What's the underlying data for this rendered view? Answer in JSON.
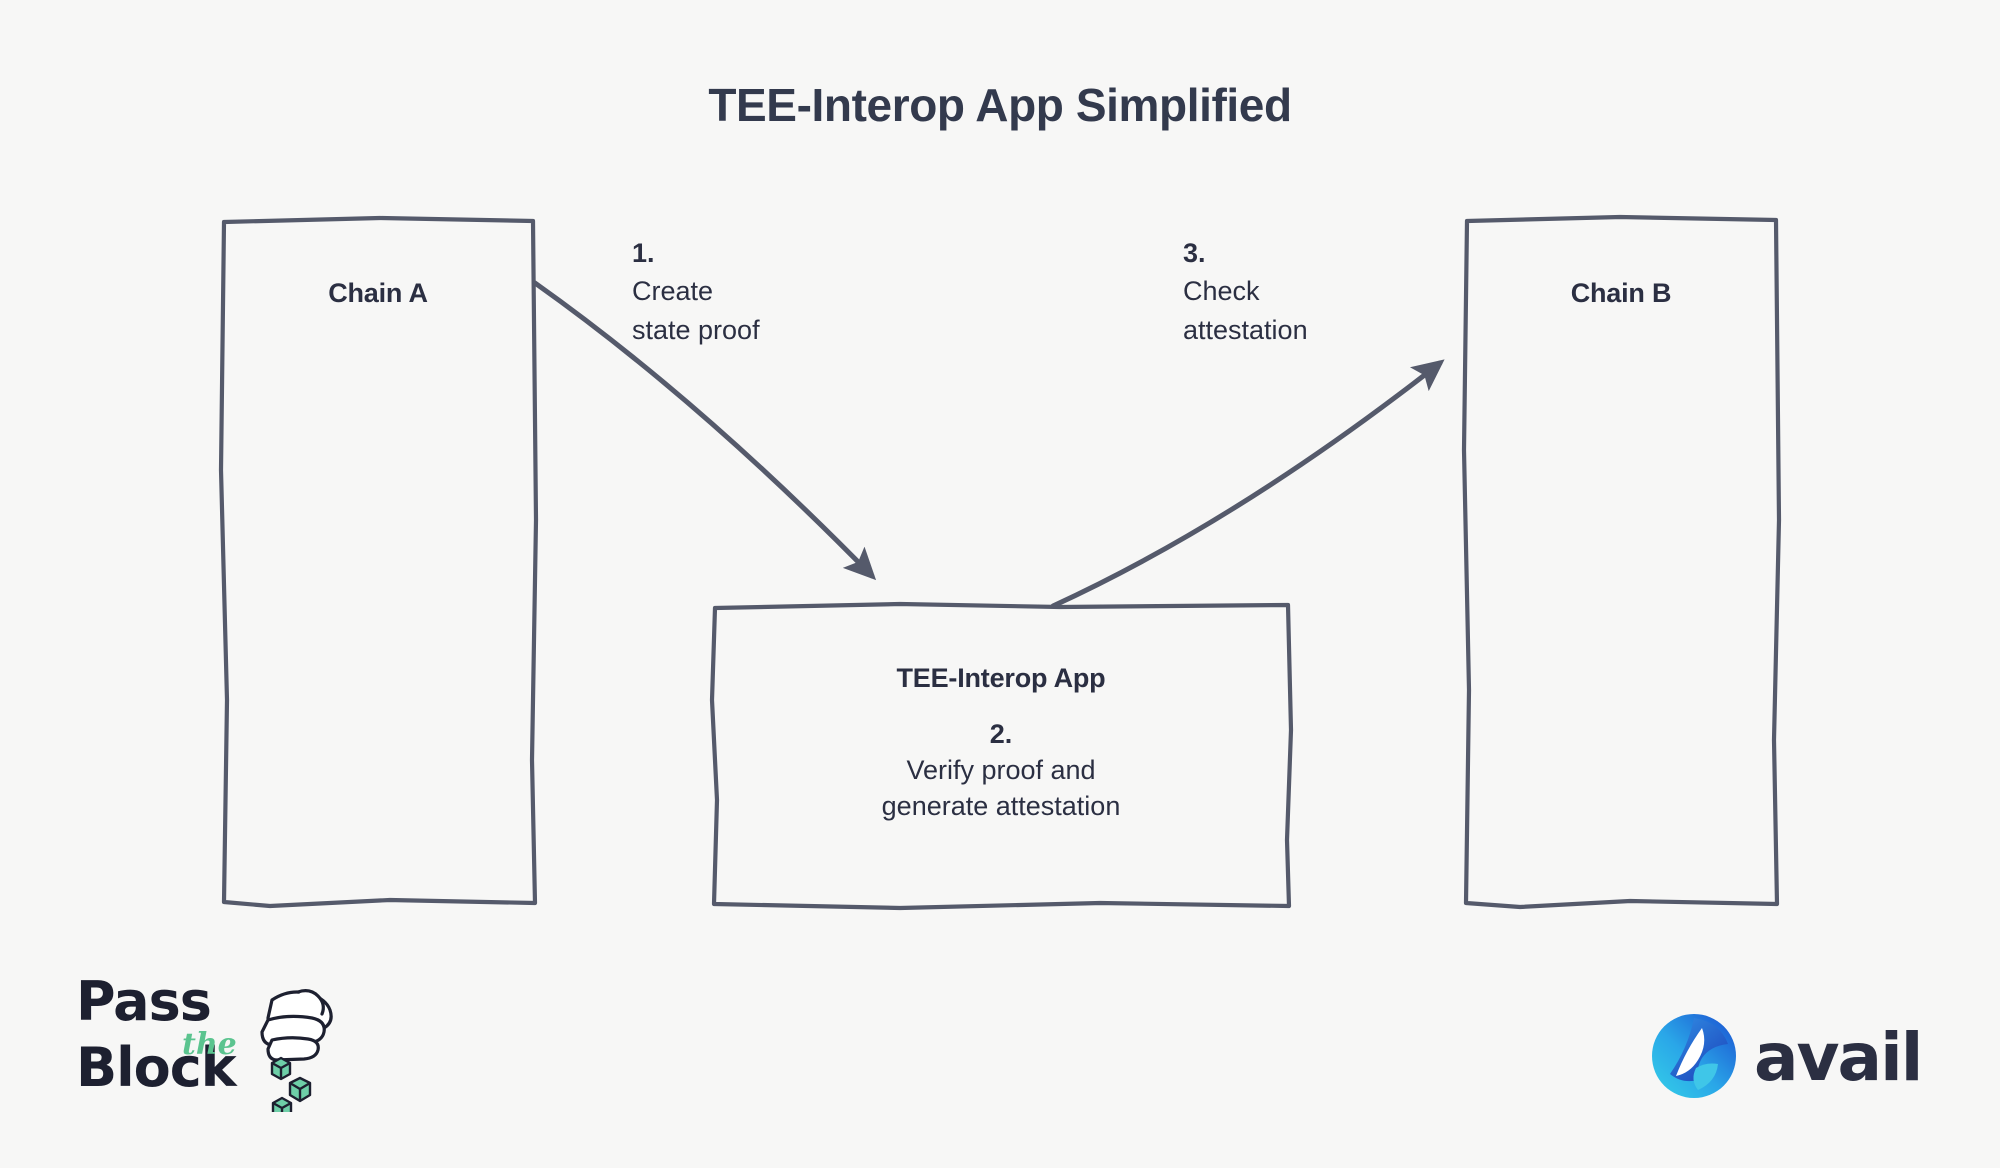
{
  "page": {
    "title": "TEE-Interop App Simplified",
    "background_color": "#f7f7f6",
    "ink_color": "#555a6b",
    "text_color": "#2b2f42"
  },
  "diagram": {
    "type": "flow",
    "nodes": [
      {
        "id": "chain-a",
        "label": "Chain A"
      },
      {
        "id": "tee-interop-app",
        "label": "TEE-Interop App"
      },
      {
        "id": "chain-b",
        "label": "Chain B"
      }
    ],
    "steps": [
      {
        "number": "1.",
        "description": "Create\nstate proof",
        "from": "chain-a",
        "to": "tee-interop-app"
      },
      {
        "number": "2.",
        "description": "Verify proof and\ngenerate attestation",
        "at": "tee-interop-app"
      },
      {
        "number": "3.",
        "description": "Check\nattestation",
        "from": "tee-interop-app",
        "to": "chain-b"
      }
    ]
  },
  "logos": {
    "pass_the_block": {
      "line1": "Pass",
      "script": "the",
      "line2": "Block",
      "ink": "#1d2030",
      "accent": "#5bc48f"
    },
    "avail": {
      "wordmark": "avail",
      "mark_color_light": "#3fc6e8",
      "mark_color_dark": "#1a5fd0",
      "wordmark_color": "#2b2f42"
    }
  }
}
